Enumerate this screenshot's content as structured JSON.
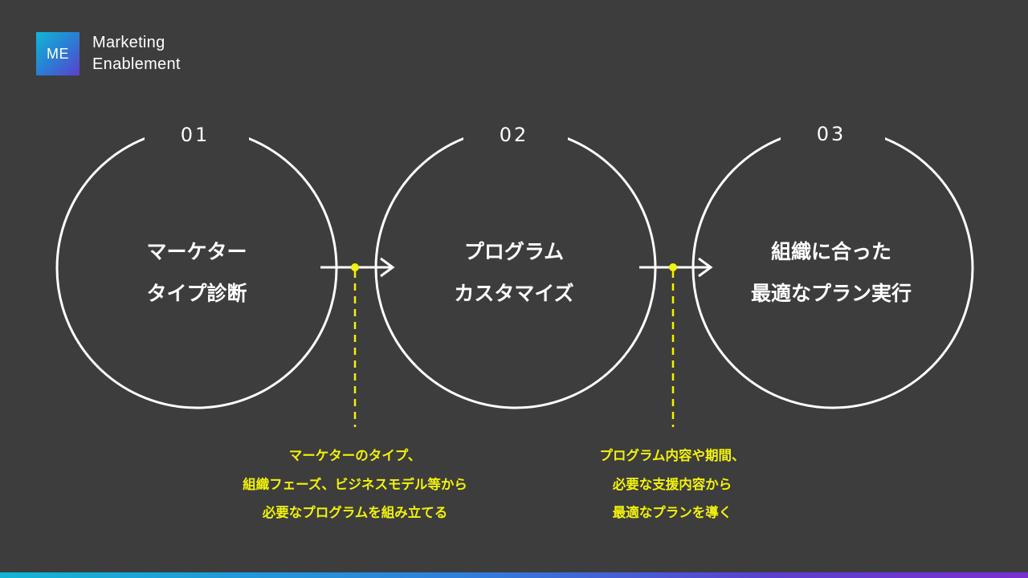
{
  "brand": {
    "mark": "ME",
    "name_line1": "Marketing",
    "name_line2": "Enablement"
  },
  "steps": [
    {
      "number": "01",
      "title_line1": "マーケター",
      "title_line2": "タイプ診断"
    },
    {
      "number": "02",
      "title_line1": "プログラム",
      "title_line2": "カスタマイズ"
    },
    {
      "number": "03",
      "title_line1": "組織に合った",
      "title_line2": "最適なプラン実行"
    }
  ],
  "notes": [
    {
      "line1": "マーケターのタイプ、",
      "line2": "組織フェーズ、ビジネスモデル等から",
      "line3": "必要なプログラムを組み立てる"
    },
    {
      "line1": "プログラム内容や期間、",
      "line2": "必要な支援内容から",
      "line3": "最適なプランを導く"
    }
  ],
  "colors": {
    "background": "#3d3d3d",
    "line": "#ffffff",
    "accent": "#f2f20a"
  }
}
